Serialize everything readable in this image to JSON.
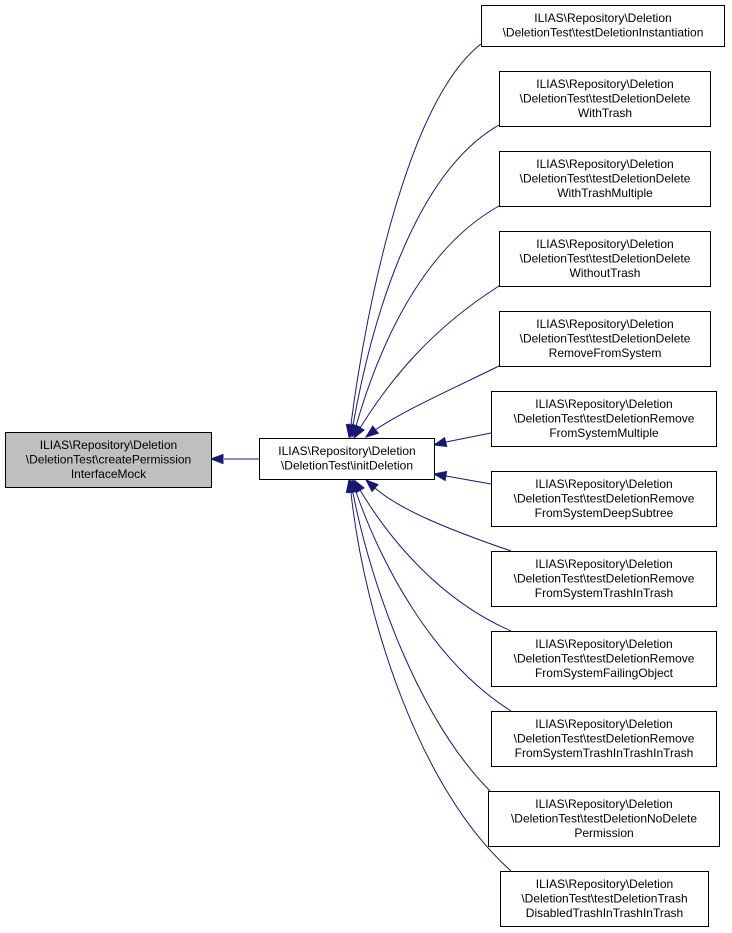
{
  "colors": {
    "edge": "#191970",
    "root_fill": "#bfbfbf",
    "node_fill": "#ffffff",
    "border": "#000000"
  },
  "nodes": [
    {
      "id": "createPermissionInterfaceMock",
      "lines": [
        "ILIAS\\Repository\\Deletion",
        "\\DeletionTest\\createPermission",
        "InterfaceMock"
      ],
      "highlighted": true
    },
    {
      "id": "initDeletion",
      "lines": [
        "ILIAS\\Repository\\Deletion",
        "\\DeletionTest\\initDeletion"
      ]
    },
    {
      "id": "testDeletionInstantiation",
      "lines": [
        "ILIAS\\Repository\\Deletion",
        "\\DeletionTest\\testDeletionInstantiation"
      ]
    },
    {
      "id": "testDeletionDeleteWithTrash",
      "lines": [
        "ILIAS\\Repository\\Deletion",
        "\\DeletionTest\\testDeletionDelete",
        "WithTrash"
      ]
    },
    {
      "id": "testDeletionDeleteWithTrashMultiple",
      "lines": [
        "ILIAS\\Repository\\Deletion",
        "\\DeletionTest\\testDeletionDelete",
        "WithTrashMultiple"
      ]
    },
    {
      "id": "testDeletionDeleteWithoutTrash",
      "lines": [
        "ILIAS\\Repository\\Deletion",
        "\\DeletionTest\\testDeletionDelete",
        "WithoutTrash"
      ]
    },
    {
      "id": "testDeletionDeleteRemoveFromSystem",
      "lines": [
        "ILIAS\\Repository\\Deletion",
        "\\DeletionTest\\testDeletionDelete",
        "RemoveFromSystem"
      ]
    },
    {
      "id": "testDeletionRemoveFromSystemMultiple",
      "lines": [
        "ILIAS\\Repository\\Deletion",
        "\\DeletionTest\\testDeletionRemove",
        "FromSystemMultiple"
      ]
    },
    {
      "id": "testDeletionRemoveFromSystemDeepSubtree",
      "lines": [
        "ILIAS\\Repository\\Deletion",
        "\\DeletionTest\\testDeletionRemove",
        "FromSystemDeepSubtree"
      ]
    },
    {
      "id": "testDeletionRemoveFromSystemTrashInTrash",
      "lines": [
        "ILIAS\\Repository\\Deletion",
        "\\DeletionTest\\testDeletionRemove",
        "FromSystemTrashInTrash"
      ]
    },
    {
      "id": "testDeletionRemoveFromSystemFailingObject",
      "lines": [
        "ILIAS\\Repository\\Deletion",
        "\\DeletionTest\\testDeletionRemove",
        "FromSystemFailingObject"
      ]
    },
    {
      "id": "testDeletionRemoveFromSystemTrashInTrashInTrash",
      "lines": [
        "ILIAS\\Repository\\Deletion",
        "\\DeletionTest\\testDeletionRemove",
        "FromSystemTrashInTrashInTrash"
      ]
    },
    {
      "id": "testDeletionNoDeletePermission",
      "lines": [
        "ILIAS\\Repository\\Deletion",
        "\\DeletionTest\\testDeletionNoDelete",
        "Permission"
      ]
    },
    {
      "id": "testDeletionTrashDisabledTrashInTrashInTrash",
      "lines": [
        "ILIAS\\Repository\\Deletion",
        "\\DeletionTest\\testDeletionTrash",
        "DisabledTrashInTrashInTrash"
      ]
    }
  ],
  "edges": [
    {
      "from": "initDeletion",
      "to": "createPermissionInterfaceMock"
    },
    {
      "from": "testDeletionInstantiation",
      "to": "initDeletion"
    },
    {
      "from": "testDeletionDeleteWithTrash",
      "to": "initDeletion"
    },
    {
      "from": "testDeletionDeleteWithTrashMultiple",
      "to": "initDeletion"
    },
    {
      "from": "testDeletionDeleteWithoutTrash",
      "to": "initDeletion"
    },
    {
      "from": "testDeletionDeleteRemoveFromSystem",
      "to": "initDeletion"
    },
    {
      "from": "testDeletionRemoveFromSystemMultiple",
      "to": "initDeletion"
    },
    {
      "from": "testDeletionRemoveFromSystemDeepSubtree",
      "to": "initDeletion"
    },
    {
      "from": "testDeletionRemoveFromSystemTrashInTrash",
      "to": "initDeletion"
    },
    {
      "from": "testDeletionRemoveFromSystemFailingObject",
      "to": "initDeletion"
    },
    {
      "from": "testDeletionRemoveFromSystemTrashInTrashInTrash",
      "to": "initDeletion"
    },
    {
      "from": "testDeletionNoDeletePermission",
      "to": "initDeletion"
    },
    {
      "from": "testDeletionTrashDisabledTrashInTrashInTrash",
      "to": "initDeletion"
    }
  ]
}
